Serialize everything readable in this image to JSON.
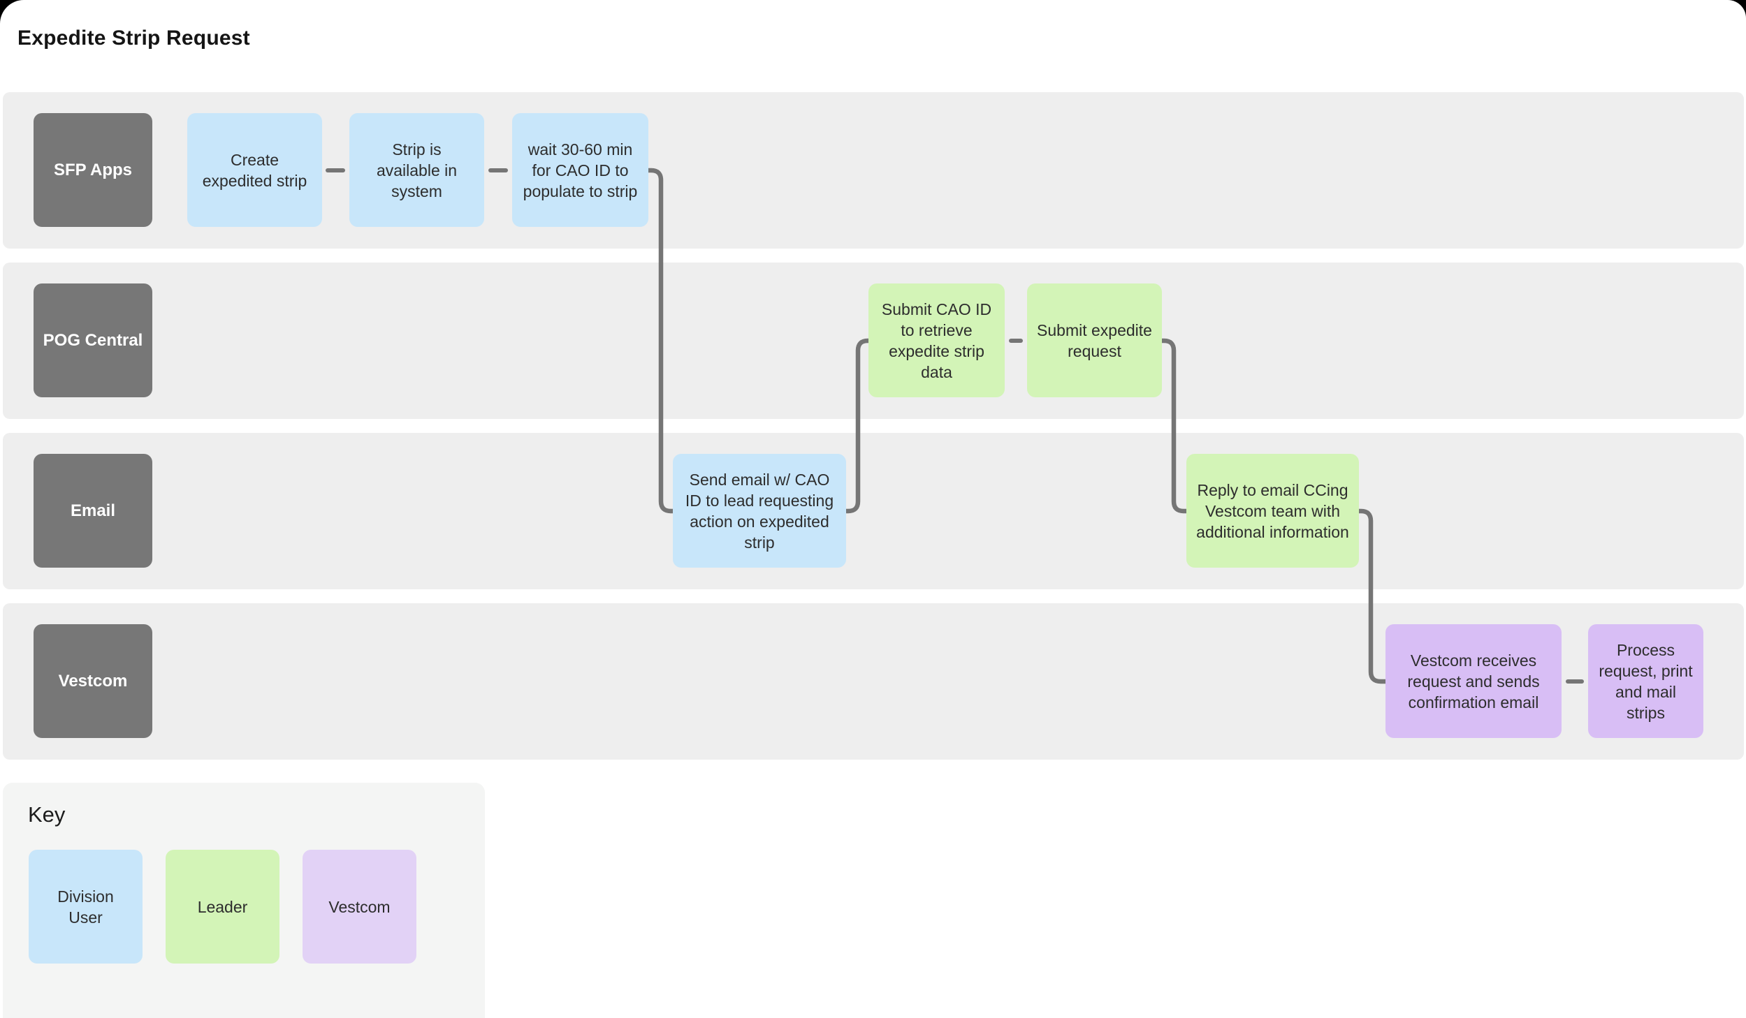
{
  "title": "Expedite Strip Request",
  "lanes": [
    {
      "label": "SFP Apps",
      "boxes": [
        {
          "text": "Create expedited strip",
          "role": "division-user"
        },
        {
          "text": "Strip is available in system",
          "role": "division-user"
        },
        {
          "text": "wait 30-60 min for CAO ID to populate to strip",
          "role": "division-user"
        }
      ]
    },
    {
      "label": "POG Central",
      "boxes": [
        {
          "text": "Submit CAO ID to retrieve expedite strip data",
          "role": "leader"
        },
        {
          "text": "Submit expedite request",
          "role": "leader"
        }
      ]
    },
    {
      "label": "Email",
      "boxes": [
        {
          "text": "Send email w/ CAO ID to lead requesting action on expedited strip",
          "role": "division-user"
        },
        {
          "text": "Reply to email CCing Vestcom team with additional information",
          "role": "leader"
        }
      ]
    },
    {
      "label": "Vestcom",
      "boxes": [
        {
          "text": "Vestcom receives request and sends confirmation email",
          "role": "vestcom"
        },
        {
          "text": "Process request, print and mail strips",
          "role": "vestcom"
        }
      ]
    }
  ],
  "key": {
    "heading": "Key",
    "items": [
      {
        "label": "Division User",
        "role": "division-user"
      },
      {
        "label": "Leader",
        "role": "leader"
      },
      {
        "label": "Vestcom",
        "role": "vestcom"
      }
    ]
  },
  "colors": {
    "division_user": "#C8E6FA",
    "leader": "#D3F4B7",
    "vestcom": "#D8BEF5",
    "vestcom_key": "#E2D2F6",
    "lane_background": "#EEEEEE",
    "key_background": "#F4F5F4",
    "lane_label_background": "#777777",
    "connector": "#757575",
    "text": "#2D2D2D"
  }
}
